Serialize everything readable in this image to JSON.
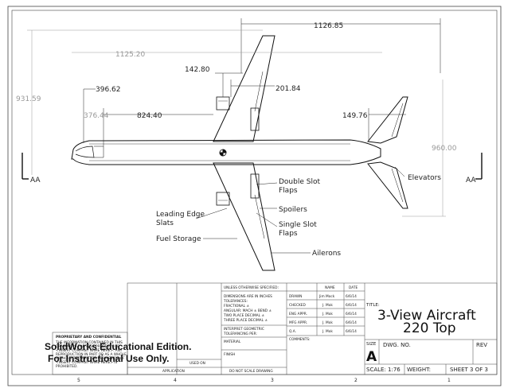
{
  "dimensions": {
    "span": "1126.85",
    "length": "1125.20",
    "d142": "142.80",
    "d201": "201.84",
    "d396": "396.62",
    "d931": "931.59",
    "d376": "376.44",
    "d824": "824.40",
    "d149": "149.76",
    "d960": "960.00"
  },
  "section": {
    "left": "AA",
    "right": "AA"
  },
  "callouts": {
    "elevators": "Elevators",
    "double_slot_1": "Double Slot",
    "double_slot_2": "Flaps",
    "spoilers": "Spoilers",
    "single_slot_1": "Single Slot",
    "single_slot_2": "Flaps",
    "leading_edge_1": "Leading Edge",
    "leading_edge_2": "Slats",
    "fuel_storage": "Fuel Storage",
    "ailerons": "Ailerons"
  },
  "title_block": {
    "unless": "UNLESS OTHERWISE SPECIFIED:",
    "name_hdr": "NAME",
    "date_hdr": "DATE",
    "dims_1": "DIMENSIONS ARE IN INCHES",
    "dims_2": "TOLERANCES:",
    "dims_3": "FRACTIONAL ±",
    "dims_4": "ANGULAR: MACH ±   BEND ±",
    "dims_5": "TWO PLACE DECIMAL   ±",
    "dims_6": "THREE PLACE DECIMAL  ±",
    "interpret_1": "INTERPRET GEOMETRIC",
    "interpret_2": "TOLERANCING PER:",
    "material": "MATERIAL",
    "finish": "FINISH",
    "used_on": "USED ON",
    "application": "APPLICATION",
    "do_not_scale": "DO NOT SCALE DRAWING",
    "rows": [
      {
        "role": "DRAWN",
        "name": "Jim Mock",
        "date": "6/6/14"
      },
      {
        "role": "CHECKED",
        "name": "J. Mok",
        "date": "6/6/14"
      },
      {
        "role": "ENG APPR.",
        "name": "J. Mok",
        "date": "6/6/14"
      },
      {
        "role": "MFG APPR.",
        "name": "J. Mok",
        "date": "6/6/14"
      },
      {
        "role": "Q.A.",
        "name": "J. Mok",
        "date": "6/6/14"
      }
    ],
    "comments": "COMMENTS:",
    "title_label": "TITLE:",
    "title_1": "3-View Aircraft",
    "title_2": "220 Top",
    "size_label": "SIZE",
    "size_value": "A",
    "dwg_no": "DWG.  NO.",
    "rev": "REV",
    "scale": "SCALE: 1:76",
    "weight": "WEIGHT:",
    "sheet": "SHEET 3 OF 3",
    "proprietary": "PROPRIETARY AND CONFIDENTIAL",
    "prop_1": "THE INFORMATION CONTAINED IN THIS",
    "prop_2": "DRAWING IS THE SOLE PROPERTY OF",
    "prop_3": "<INSERT COMPANY NAME HERE>. ANY",
    "prop_4": "REPRODUCTION IN PART OR AS A WHOLE",
    "prop_5": "WITHOUT THE WRITTEN PERMISSION OF",
    "prop_6": "<INSERT COMPANY NAME HERE> IS",
    "prop_7": "PROHIBITED."
  },
  "watermark": {
    "line1": "SolidWorks Educational Edition.",
    "line2": "For Instructional Use Only."
  },
  "zones": [
    "5",
    "4",
    "3",
    "2",
    "1"
  ]
}
